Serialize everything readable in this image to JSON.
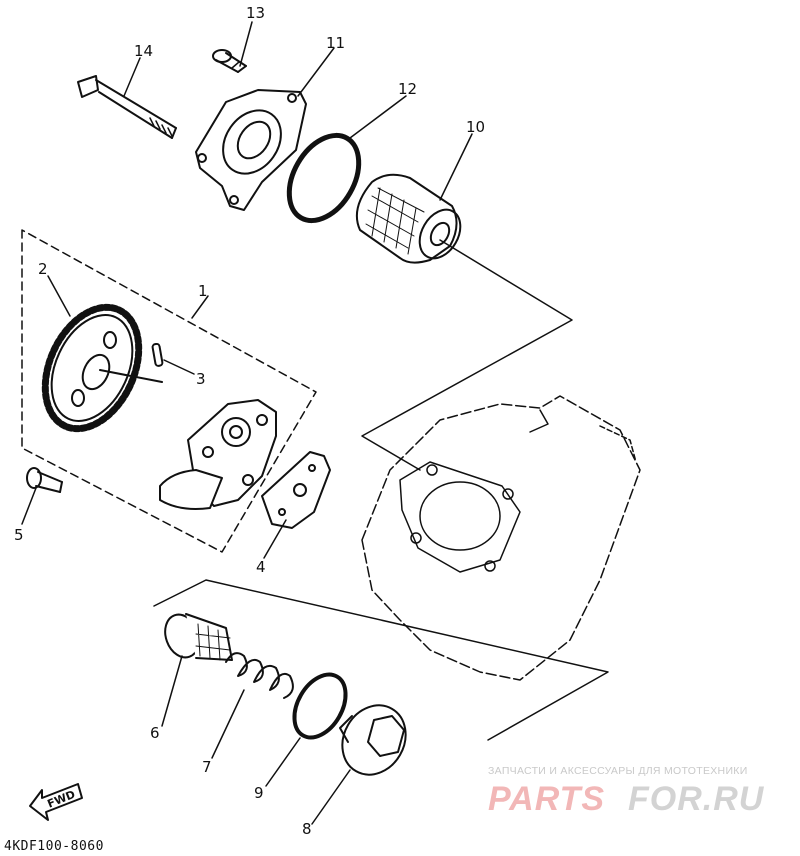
{
  "callouts": {
    "c1": "1",
    "c2": "2",
    "c3": "3",
    "c4": "4",
    "c5": "5",
    "c6": "6",
    "c7": "7",
    "c8": "8",
    "c9": "9",
    "c10": "10",
    "c11": "11",
    "c12": "12",
    "c13": "13",
    "c14": "14"
  },
  "diagram_code": "4KDF100-8060",
  "fwd_label": "FWD",
  "watermark": {
    "tagline": "ЗАПЧАСТИ И АКСЕССУАРЫ ДЛЯ МОТОТЕХНИКИ",
    "brand_red": "PARTS",
    "brand_gray": "FOR.RU",
    "red_color": "#f2b7b7",
    "gray_color": "#d3d3d3"
  }
}
